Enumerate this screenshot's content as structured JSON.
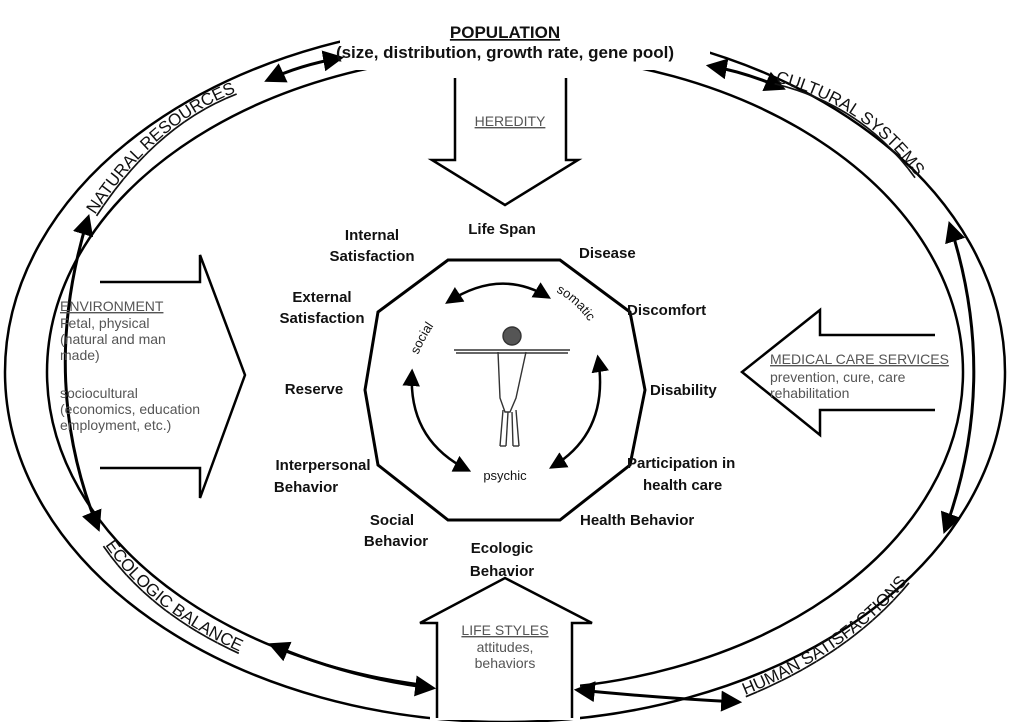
{
  "population": {
    "title": "POPULATION",
    "subtitle": "(size, distribution, growth rate, gene pool)"
  },
  "outer_labels": {
    "natural_resources": "NATURAL RESOURCES",
    "cultural_systems": "CULTURAL SYSTEMS",
    "ecologic_balance": "ECOLOGIC BALANCE",
    "human_satisfactions": "HUMAN SATISFACTIONS"
  },
  "heredity": "HEREDITY",
  "environment": {
    "title": "ENVIRONMENT",
    "lines": [
      "Fetal, physical",
      "(natural and man",
      "made)",
      "",
      "sociocultural",
      "(economics, education",
      "employment, etc.)"
    ]
  },
  "medical": {
    "title": "MEDICAL CARE SERVICES",
    "lines": [
      "prevention, cure, care",
      "rehabilitation"
    ]
  },
  "lifestyles": {
    "title": "LIFE STYLES",
    "lines": [
      "attitudes,",
      "behaviors"
    ]
  },
  "health_elements": {
    "life_span": "Life Span",
    "disease": "Disease",
    "discomfort": "Discomfort",
    "disability": "Disability",
    "participation_1": "Participation in",
    "participation_2": "health care",
    "health_behavior": "Health Behavior",
    "ecologic_behavior_1": "Ecologic",
    "ecologic_behavior_2": "Behavior",
    "social_behavior_1": "Social",
    "social_behavior_2": "Behavior",
    "interpersonal_1": "Interpersonal",
    "interpersonal_2": "Behavior",
    "reserve": "Reserve",
    "external_1": "External",
    "external_2": "Satisfaction",
    "internal_1": "Internal",
    "internal_2": "Satisfaction"
  },
  "inner_cycle": {
    "social": "social",
    "somatic": "somatic",
    "psychic": "psychic"
  }
}
